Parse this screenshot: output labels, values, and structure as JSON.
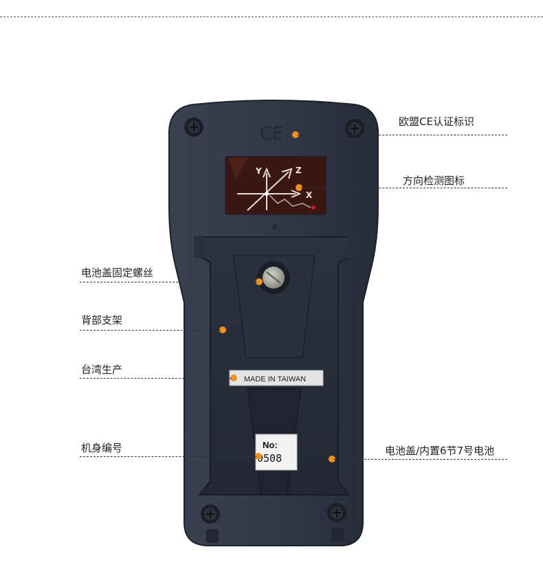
{
  "colors": {
    "accent": "#f39019",
    "device_body": "#2f3644",
    "stand": "#272d39"
  },
  "device": {
    "logo_text": "CE",
    "axis_labels": {
      "y": "Y",
      "z": "Z",
      "x": "X"
    },
    "made_in_label": "MADE IN TAIWAN",
    "serial_label": "No:",
    "serial_value": "0508"
  },
  "callouts": [
    {
      "label": "欧盟CE认证标识"
    },
    {
      "label": "方向检测图标"
    },
    {
      "label": "电池盖固定螺丝"
    },
    {
      "label": "背部支架"
    },
    {
      "label": "台湾生产"
    },
    {
      "label": "机身编号"
    },
    {
      "label": "电池盖/内置6节7号电池"
    }
  ]
}
